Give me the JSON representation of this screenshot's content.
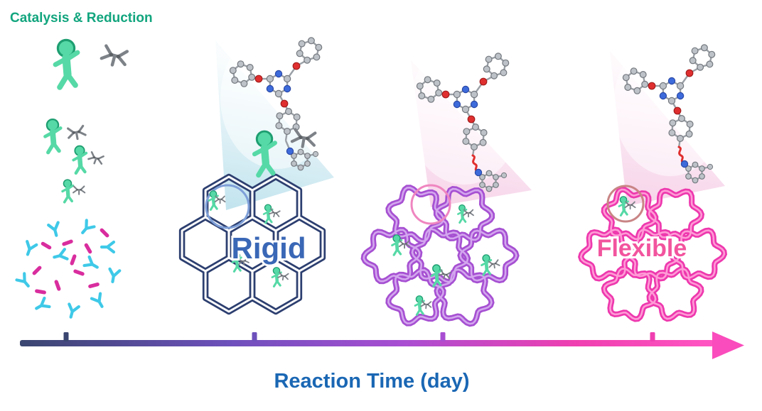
{
  "title": {
    "text": "Catalysis & Reduction"
  },
  "stages": [
    {
      "name": "rigid-framework",
      "label": "Rigid"
    },
    {
      "name": "intermediate-framework",
      "label": ""
    },
    {
      "name": "flexible-framework",
      "label": "Flexible"
    }
  ],
  "timeline": {
    "label": "Reaction Time (day)"
  },
  "palette": {
    "title_green": "#12a57e",
    "figure_green": "#56d9a6",
    "figure_green_dark": "#1e9e71",
    "reductant_gray": "#7d8288",
    "molecule_gray": "#bdc2c8",
    "molecule_gray_stroke": "#74797f",
    "bond_gray": "#9aa0a6",
    "nitrogen_blue": "#3e6bdb",
    "nitrogen_stroke": "#2948a6",
    "oxygen_red": "#e02f2f",
    "oxygen_stroke": "#a31c1c",
    "monomer_cyan": "#3fc9e8",
    "monomer_magenta": "#d92d9e",
    "rigid_navy": "#2d3f70",
    "rigid_label_blue": "#3a67b6",
    "circle_blue": "#7e9fd8",
    "semiflex_purple": "#a650d2",
    "semiflex_highlight": "#d3a6ee",
    "circle_pink": "#ef86c0",
    "flexible_magenta": "#ee38ae",
    "flexible_highlight": "#ff9bd6",
    "circle_rose": "#c98585",
    "flexible_label_pink": "#f2549e",
    "timeline_text_blue": "#1a67b4",
    "beam_blue": "#8fcde0",
    "beam_pink": "#eea6d2",
    "tl_stops": [
      "#3a4670",
      "#6d50bb",
      "#a84ed2",
      "#ef3fb0",
      "#ff55c2"
    ],
    "arrow_pink": "#fa4cbc"
  }
}
